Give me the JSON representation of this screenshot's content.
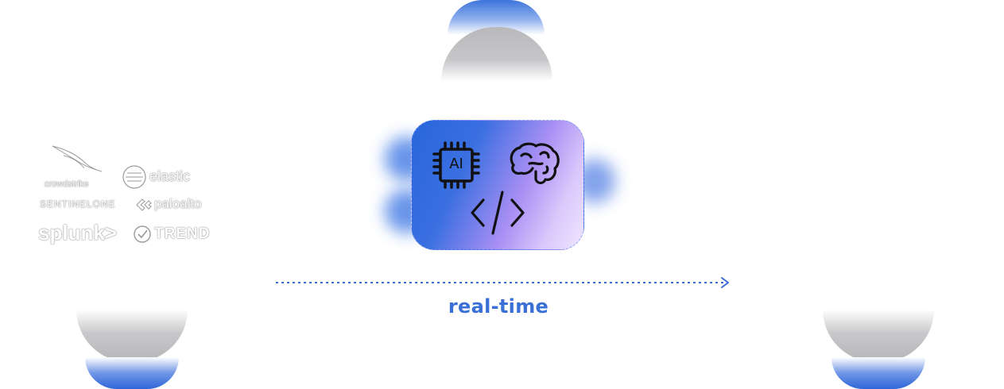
{
  "logos": {
    "crowdstrike": "crowdstrike",
    "elastic": "elastic",
    "sentinelone": "SENTINELONE",
    "paloalto": "paloalto",
    "splunk": "splunk>",
    "trend": "TREND"
  },
  "card": {
    "chip_label": "AI"
  },
  "flow": {
    "label": "real-time"
  },
  "colors": {
    "accent": "#3a6fd6",
    "card_start": "#2866dc",
    "card_end": "#efe7ff",
    "dome_gray": "#b9b9bb"
  }
}
